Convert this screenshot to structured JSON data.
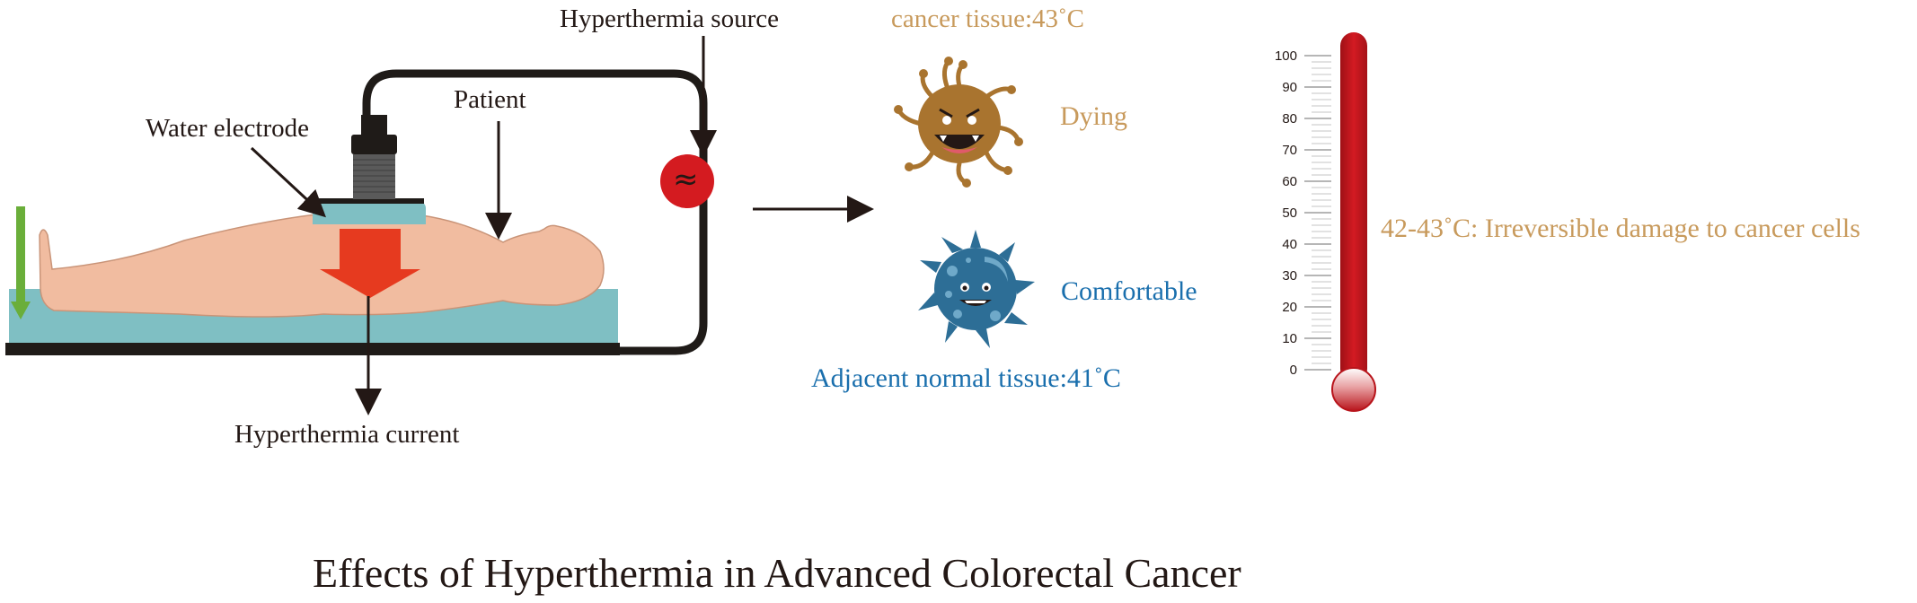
{
  "labels": {
    "hyperthermia_source": "Hyperthermia source",
    "patient": "Patient",
    "water_electrode": "Water electrode",
    "hyperthermia_current": "Hyperthermia current",
    "cancer_tissue": "cancer tissue:43˚C",
    "dying": "Dying",
    "comfortable": "Comfortable",
    "adjacent_normal": "Adjacent normal tissue:41˚C",
    "damage_note": "42-43˚C: Irreversible damage to cancer cells",
    "source_symbol": "≈"
  },
  "title": "Effects of  Hyperthermia in Advanced Colorectal Cancer",
  "thermometer": {
    "scale_labels": [
      "100",
      "90",
      "80",
      "70",
      "60",
      "50",
      "40",
      "30",
      "20",
      "10",
      "0"
    ]
  },
  "colors": {
    "cancer_text": "#c89a5c",
    "normal_text": "#1a6fad",
    "thermo_red": "#c8161d",
    "mattress": "#7fbfc3",
    "skin": "#f1bca0",
    "current_arrow": "#e63a1f",
    "green_arrow": "#6aae3a",
    "cancer_cell": "#a9742f",
    "normal_cell": "#2d6e96"
  }
}
